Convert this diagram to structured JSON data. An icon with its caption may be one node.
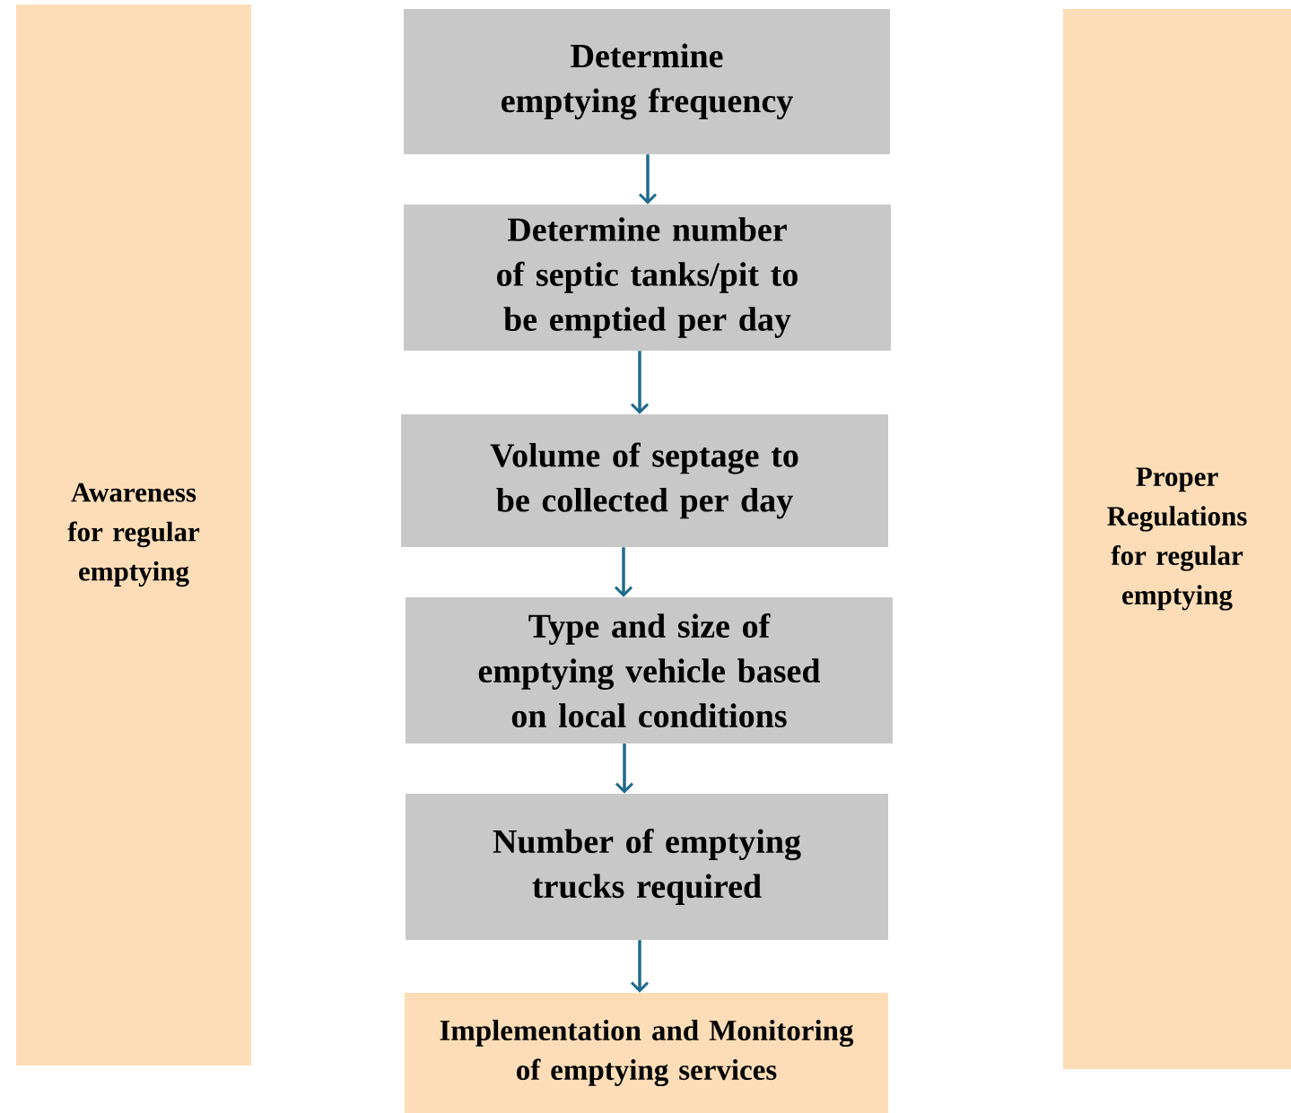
{
  "diagram": {
    "nodes": [
      {
        "text": [
          "Awareness for regular emptying"
        ]
      },
      {
        "text": [
          "Determine emptying frequency"
        ]
      },
      {
        "text": [
          "Determine number of septic tanks/pit to be emptied per day"
        ]
      },
      {
        "text": [
          "Volume of septage to be collected per day"
        ]
      },
      {
        "text": [
          "Type and size of emptying vehicle based on local conditions"
        ]
      },
      {
        "text": [
          "Number of emptying trucks required"
        ]
      },
      {
        "text": [
          "Implementation and Monitoring of emptying services"
        ]
      },
      {
        "text": [
          "Proper Regulations for regular emptying"
        ]
      }
    ],
    "edges": [
      {
        "from": 1,
        "to": 2,
        "arrow": "to"
      },
      {
        "from": 2,
        "to": 3,
        "arrow": "to"
      },
      {
        "from": 3,
        "to": 4,
        "arrow": "to"
      },
      {
        "from": 4,
        "to": 5,
        "arrow": "to"
      },
      {
        "from": 5,
        "to": 6,
        "arrow": "to"
      }
    ]
  }
}
